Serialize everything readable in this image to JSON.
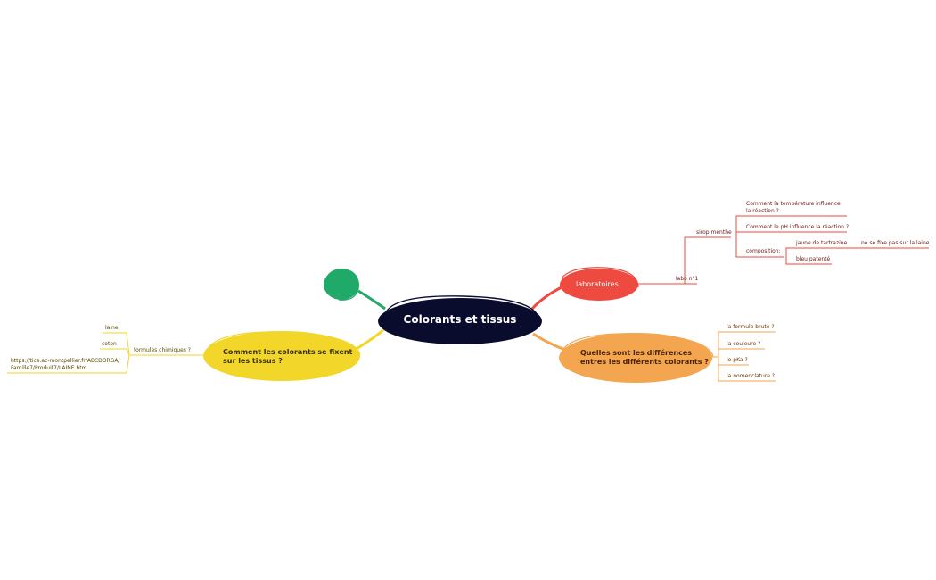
{
  "center": {
    "label": "Colorants et tissus"
  },
  "branches": {
    "labo": {
      "label": "laboratoires",
      "child": "labo n°1",
      "sirop": "sirop menthe",
      "temp": "Comment la température influence la réaction ?",
      "ph": "Comment le pH influence la réaction ?",
      "composition": "composition:",
      "jaune": "jaune de tartrazine",
      "jaune_note": "ne se fixe pas sur la laine",
      "bleu": "bleu patenté"
    },
    "fixent": {
      "label_line1": "Comment les colorants se fixent",
      "label_line2": "sur les tissus ?",
      "formules": "formules chimiques ?",
      "laine": "laine",
      "coton": "coton",
      "url_line1": "https://tice.ac-montpellier.fr/ABCDORGA/",
      "url_line2": "Famille7/Produit7/LAINE.htm"
    },
    "differences": {
      "label_line1": "Quelles sont les différences",
      "label_line2": "entres les différents colorants ?",
      "items": [
        "la formule brute ?",
        "la couleure ?",
        "le pKa ?",
        "la nomenclature ?"
      ]
    }
  },
  "colors": {
    "center": "#0a0c2e",
    "labo": "#ef4a3f",
    "fixent": "#f2d62a",
    "differences": "#f4a550",
    "green": "#1faa6a"
  }
}
